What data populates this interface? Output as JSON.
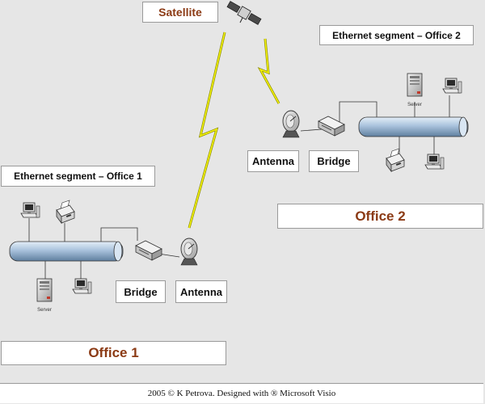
{
  "satellite": {
    "label": "Satellite"
  },
  "office1": {
    "segment_label": "Ethernet segment – Office 1",
    "bridge_label": "Bridge",
    "antenna_label": "Antenna",
    "office_label": "Office 1",
    "server_caption": "Server"
  },
  "office2": {
    "segment_label": "Ethernet segment – Office 2",
    "bridge_label": "Bridge",
    "antenna_label": "Antenna",
    "office_label": "Office 2",
    "server_caption": "Server"
  },
  "footer": {
    "text": "2005 © K Petrova. Designed with ® Microsoft Visio"
  },
  "colors": {
    "background": "#e6e6e6",
    "office_text": "#8b3a14",
    "lightning": "#f4f400",
    "bus": "#a9c2dc"
  }
}
